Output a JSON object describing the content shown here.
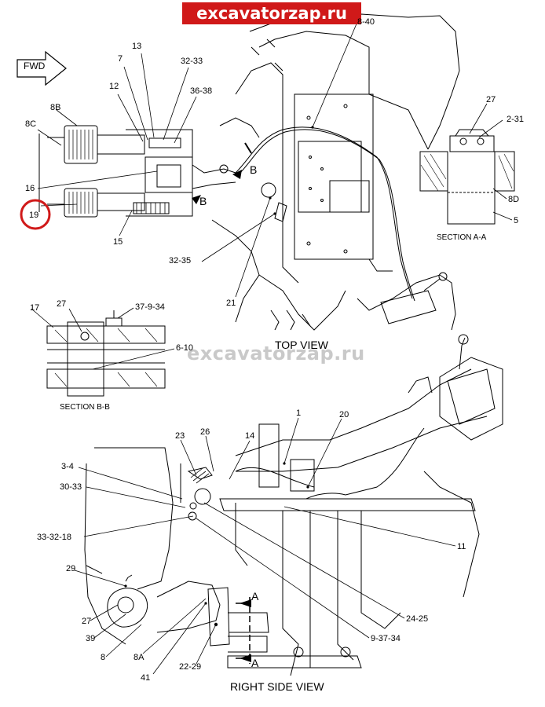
{
  "watermark_top": "excavatorzap.ru",
  "watermark_mid": "excavatorzap.ru",
  "fwd_label": "FWD",
  "views": {
    "top": "TOP VIEW",
    "right": "RIGHT SIDE VIEW",
    "section_aa": "SECTION A-A",
    "section_bb": "SECTION B-B"
  },
  "callouts": {
    "c_8_40": "8-40",
    "c_13": "13",
    "c_7": "7",
    "c_32_33": "32-33",
    "c_12": "12",
    "c_36_38": "36-38",
    "c_8B": "8B",
    "c_8C": "8C",
    "c_16": "16",
    "c_19": "19",
    "c_15": "15",
    "c_B1": "B",
    "c_B2": "B",
    "c_32_35": "32-35",
    "c_21": "21",
    "c_27a": "27",
    "c_2_31": "2-31",
    "c_8D": "8D",
    "c_5": "5",
    "c_17": "17",
    "c_27b": "27",
    "c_37_9_34": "37-9-34",
    "c_6_10": "6-10",
    "c_1": "1",
    "c_20": "20",
    "c_23": "23",
    "c_26": "26",
    "c_14": "14",
    "c_3_4": "3-4",
    "c_30_33": "30-33",
    "c_33_32_18": "33-32-18",
    "c_11": "11",
    "c_29": "29",
    "c_24_25": "24-25",
    "c_27c": "27",
    "c_39": "39",
    "c_8": "8",
    "c_8A": "8A",
    "c_9_37_34": "9-37-34",
    "c_22_29": "22-29",
    "c_41": "41",
    "c_A1": "A",
    "c_A2": "A"
  },
  "highlight_color": "#d01919"
}
